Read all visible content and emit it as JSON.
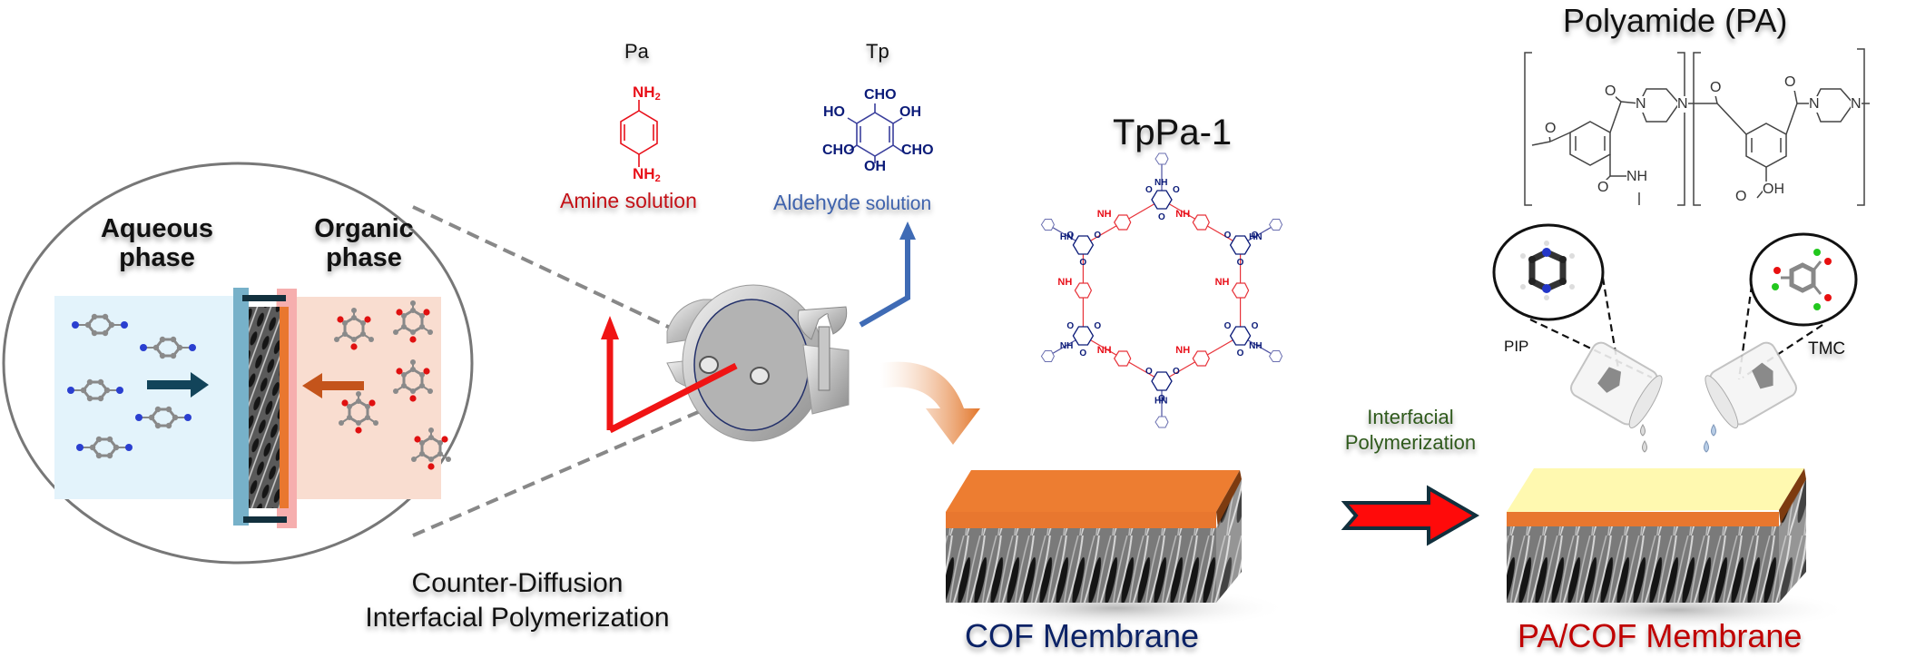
{
  "figure": {
    "left_inset": {
      "aqueous_title_line1": "Aqueous",
      "aqueous_title_line2": "phase",
      "organic_title_line1": "Organic",
      "organic_title_line2": "phase",
      "caption_line1": "Counter-Diffusion",
      "caption_line2": "Interfacial Polymerization",
      "aqueous_molecule_count": 5,
      "organic_molecule_count": 5
    },
    "monomers": {
      "pa": {
        "name": "Pa",
        "top_group": "NH",
        "bottom_group": "NH",
        "subscript": "2",
        "solution_label": "Amine solution"
      },
      "tp": {
        "name": "Tp",
        "groups": {
          "top": "CHO",
          "upper_left": "HO",
          "upper_right": "OH",
          "lower_left": "CHO",
          "lower_right": "CHO",
          "bottom": "OH"
        },
        "solution_label_part1": "Aldehyde",
        "solution_label_part2": " solution"
      }
    },
    "cof": {
      "title": "TpPa-1",
      "labels": {
        "nh": "NH",
        "hn": "HN",
        "o": "O"
      },
      "membrane_caption": "COF Membrane"
    },
    "transition": {
      "label_line1": "Interfacial",
      "label_line2": "Polymerization"
    },
    "polyamide": {
      "title": "Polyamide (PA)",
      "atoms": {
        "n": "N",
        "o": "O",
        "nh": "NH",
        "oh": "OH"
      },
      "pip_label": "PIP",
      "tmc_label": "TMC",
      "membrane_caption": "PA/COF Membrane"
    },
    "colors": {
      "amine_red": "#e8101a",
      "aldehyde_blue": "#3f63ad",
      "navy": "#0a1a78",
      "cof_orange": "#ec7d34",
      "pa_yellow": "#fff9b0",
      "transition_green": "#2f5a1c",
      "pa_caption_red": "#c00000",
      "cof_caption_navy": "#0b2266",
      "aqueous_bg": "#e3f3fb",
      "organic_bg": "#f9ddd0",
      "arrow_dark": "#12445a",
      "arrow_brown": "#c4541b"
    }
  }
}
